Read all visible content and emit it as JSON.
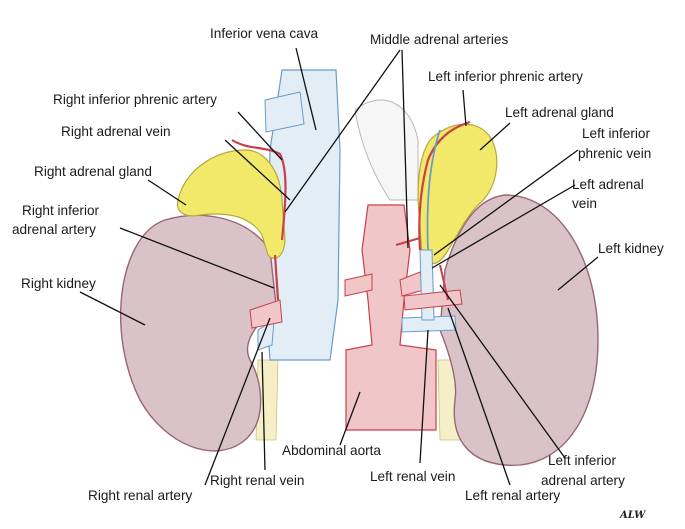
{
  "labels": {
    "inferior_vena_cava": "Inferior vena cava",
    "middle_adrenal_arteries": "Middle adrenal arteries",
    "left_inferior_phrenic_artery": "Left inferior phrenic artery",
    "right_inferior_phrenic_artery": "Right inferior phrenic artery",
    "left_adrenal_gland": "Left adrenal gland",
    "right_adrenal_vein": "Right adrenal vein",
    "left_inferior_phrenic_vein_1": "Left inferior",
    "left_inferior_phrenic_vein_2": "phrenic vein",
    "right_adrenal_gland": "Right adrenal gland",
    "left_adrenal_vein_1": "Left adrenal",
    "left_adrenal_vein_2": "vein",
    "right_inferior_adrenal_artery_1": "Right inferior",
    "right_inferior_adrenal_artery_2": "adrenal artery",
    "left_kidney": "Left kidney",
    "right_kidney": "Right kidney",
    "abdominal_aorta": "Abdominal aorta",
    "left_inferior_adrenal_artery_1": "Left inferior",
    "left_inferior_adrenal_artery_2": "adrenal artery",
    "left_renal_vein": "Left renal vein",
    "right_renal_vein": "Right renal vein",
    "left_renal_artery": "Left renal artery",
    "right_renal_artery": "Right renal artery"
  },
  "signature": "ALW",
  "colors": {
    "kidney_fill": "#d9c3c9",
    "kidney_stroke": "#9a6575",
    "gland_fill": "#f2e86a",
    "artery": "#c8404a",
    "artery_fill": "#f1c6c8",
    "vein": "#6a9cc8",
    "vein_fill": "#e3edf6",
    "ureter_fill": "#f5efc8"
  }
}
